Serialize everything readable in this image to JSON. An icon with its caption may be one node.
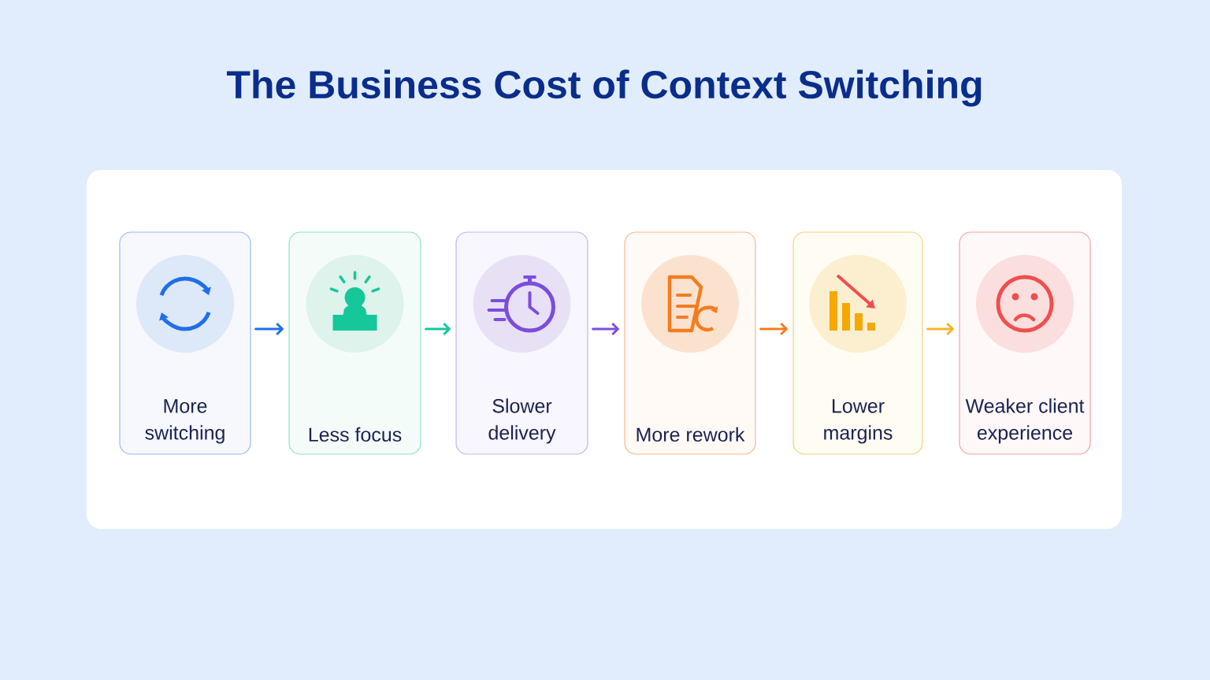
{
  "diagram": {
    "title": "The Business Cost of Context Switching",
    "nodes": [
      {
        "text": [
          "More switching"
        ]
      },
      {
        "text": [
          "Less focus"
        ]
      },
      {
        "text": [
          "Slower delivery"
        ]
      },
      {
        "text": [
          "More rework"
        ]
      },
      {
        "text": [
          "Lower margins"
        ]
      },
      {
        "text": [
          "Weaker client experience"
        ]
      }
    ],
    "edges": [
      {
        "from": 0,
        "to": 1,
        "arrow": "to",
        "color": "#1f6fe8"
      },
      {
        "from": 1,
        "to": 2,
        "arrow": "to",
        "color": "#16c79a"
      },
      {
        "from": 2,
        "to": 3,
        "arrow": "to",
        "color": "#7c4ddc"
      },
      {
        "from": 3,
        "to": 4,
        "arrow": "to",
        "color": "#f47c20"
      },
      {
        "from": 4,
        "to": 5,
        "arrow": "to",
        "color": "#f5b52a"
      }
    ]
  }
}
